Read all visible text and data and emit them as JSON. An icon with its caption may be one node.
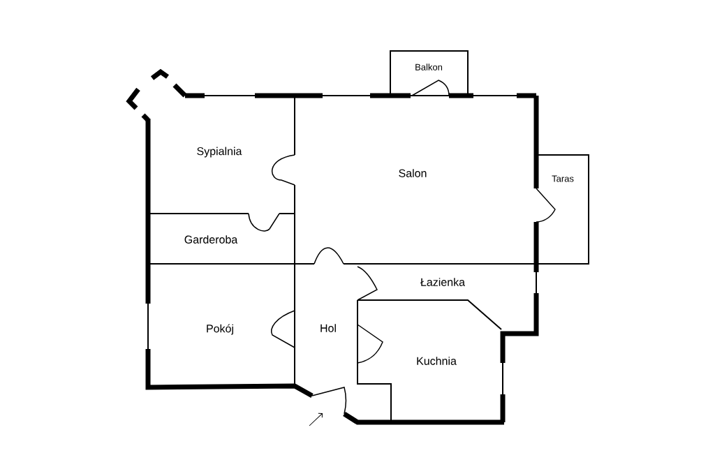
{
  "diagram": {
    "nodes": [
      {
        "text": [
          "Balkon"
        ]
      },
      {
        "text": [
          "Sypialnia"
        ]
      },
      {
        "text": [
          "Salon"
        ]
      },
      {
        "text": [
          "Taras"
        ]
      },
      {
        "text": [
          "Garderoba"
        ]
      },
      {
        "text": [
          "Łazienka"
        ]
      },
      {
        "text": [
          "Pokój"
        ]
      },
      {
        "text": [
          "Hol"
        ]
      },
      {
        "text": [
          "Kuchnia"
        ]
      }
    ]
  }
}
